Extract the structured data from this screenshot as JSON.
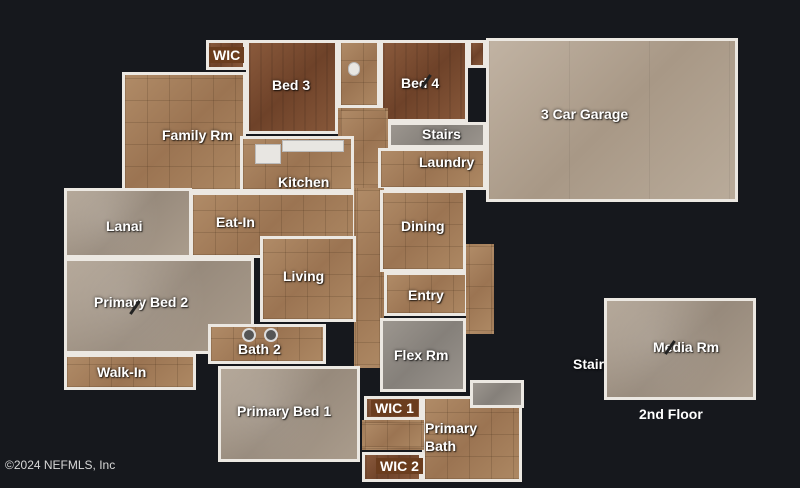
{
  "rooms": {
    "wic_top": "WIC",
    "bed3": "Bed 3",
    "bed4": "Bed 4",
    "garage": "3 Car Garage",
    "family_rm": "Family Rm",
    "stairs_main": "Stairs",
    "kitchen": "Kitchen",
    "laundry": "Laundry",
    "lanai": "Lanai",
    "eat_in": "Eat-In",
    "dining": "Dining",
    "living": "Living",
    "entry": "Entry",
    "primary_bed_2": "Primary Bed 2",
    "bath_2": "Bath 2",
    "flex_rm": "Flex Rm",
    "walk_in": "Walk-In",
    "primary_bed_1": "Primary Bed 1",
    "wic_1": "WIC 1",
    "primary_bath": "Primary\nBath",
    "wic_2": "WIC 2"
  },
  "second_floor": {
    "stairs": "Stairs",
    "media_rm": "Media Rm",
    "floor_label": "2nd Floor"
  },
  "copyright": "©2024 NEFMLS, Inc",
  "colors": {
    "background": "#16181d",
    "wall": "#ece8e2",
    "label_text": "#ffffff",
    "wic_tag": "#7a4620"
  }
}
